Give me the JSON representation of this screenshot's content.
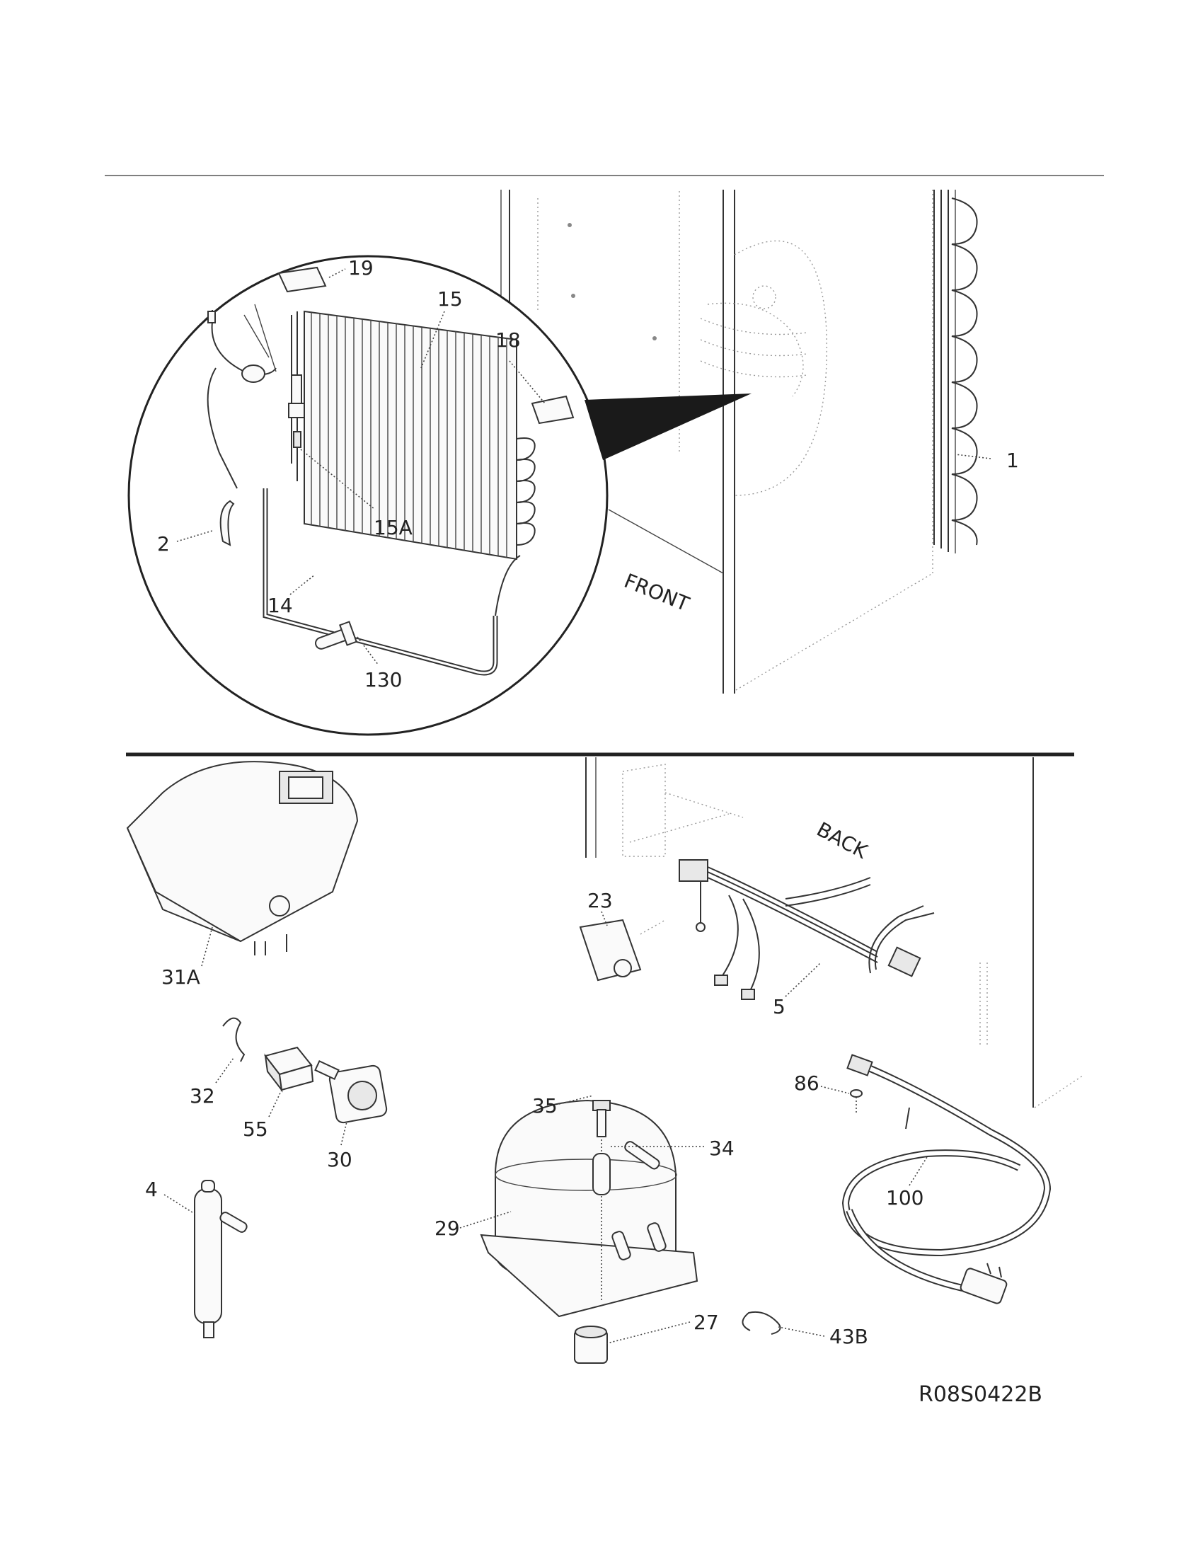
{
  "labels": {
    "p19": "19",
    "p15": "15",
    "p18": "18",
    "p1": "1",
    "p15A": "15A",
    "p2": "2",
    "p14": "14",
    "p130": "130",
    "front": "FRONT",
    "back": "BACK",
    "p31A": "31A",
    "p23": "23",
    "p5": "5",
    "p32": "32",
    "p55": "55",
    "p30": "30",
    "p86": "86",
    "p35": "35",
    "p34": "34",
    "p100": "100",
    "p4": "4",
    "p29": "29",
    "p27": "27",
    "p43B": "43B"
  },
  "reference_code": "R08S0422B"
}
